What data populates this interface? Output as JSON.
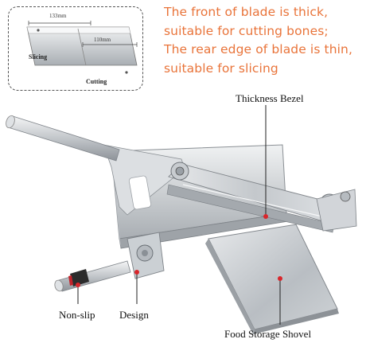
{
  "headline": {
    "line1": "The front of blade is thick,",
    "line2": "suitable for cutting bones;",
    "line3": "The rear edge of blade is thin,",
    "line4": "suitable for slicing"
  },
  "inset": {
    "dim_top": "133mm",
    "dim_mid": "110mm",
    "slicing_label": "Slicing",
    "cutting_label": "Cutting"
  },
  "callouts": {
    "thickness_bezel": "Thickness Bezel",
    "non_slip": "Non-slip",
    "design": "Design",
    "food_storage_shovel": "Food Storage Shovel"
  },
  "colors": {
    "headline": "#e9743a",
    "marker": "#d9262b",
    "steel": "#c9cdd1"
  }
}
